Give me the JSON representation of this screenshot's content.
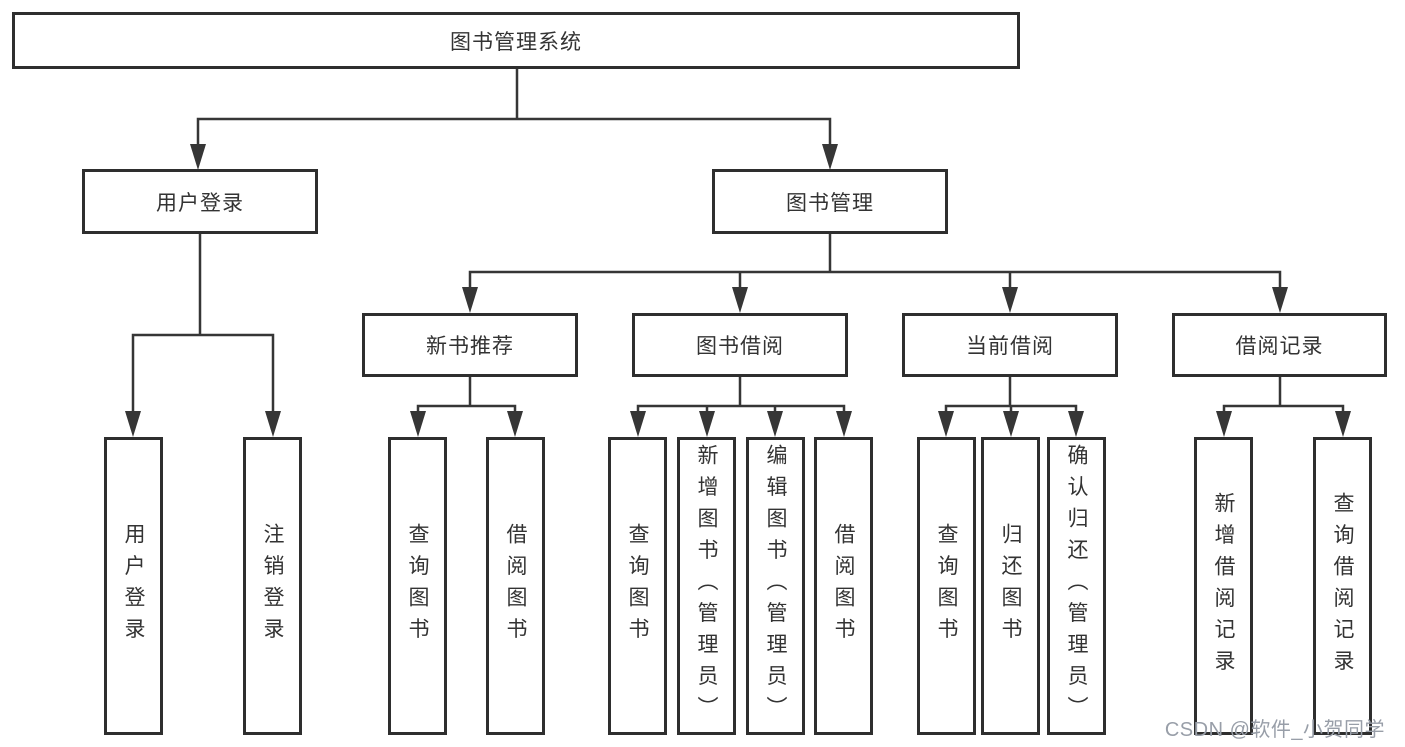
{
  "nodes": {
    "root": "图书管理系统",
    "level2": [
      "用户登录",
      "图书管理"
    ],
    "level3": [
      "新书推荐",
      "图书借阅",
      "当前借阅",
      "借阅记录"
    ],
    "leaves": {
      "user_login": [
        "用户登录",
        "注销登录"
      ],
      "new_book_recommend": [
        "查询图书",
        "借阅图书"
      ],
      "book_borrow": [
        "查询图书",
        "新增图书（管理员）",
        "编辑图书（管理员）",
        "借阅图书"
      ],
      "current_borrow": [
        "查询图书",
        "归还图书",
        "确认归还（管理员）"
      ],
      "borrow_records": [
        "新增借阅记录",
        "查询借阅记录"
      ]
    }
  },
  "watermark": "CSDN @软件_小贺同学",
  "colors": {
    "line": "#363636",
    "border": "#2e2e2e",
    "text": "#333333",
    "watermark": "#989ea8",
    "background": "#ffffff"
  }
}
